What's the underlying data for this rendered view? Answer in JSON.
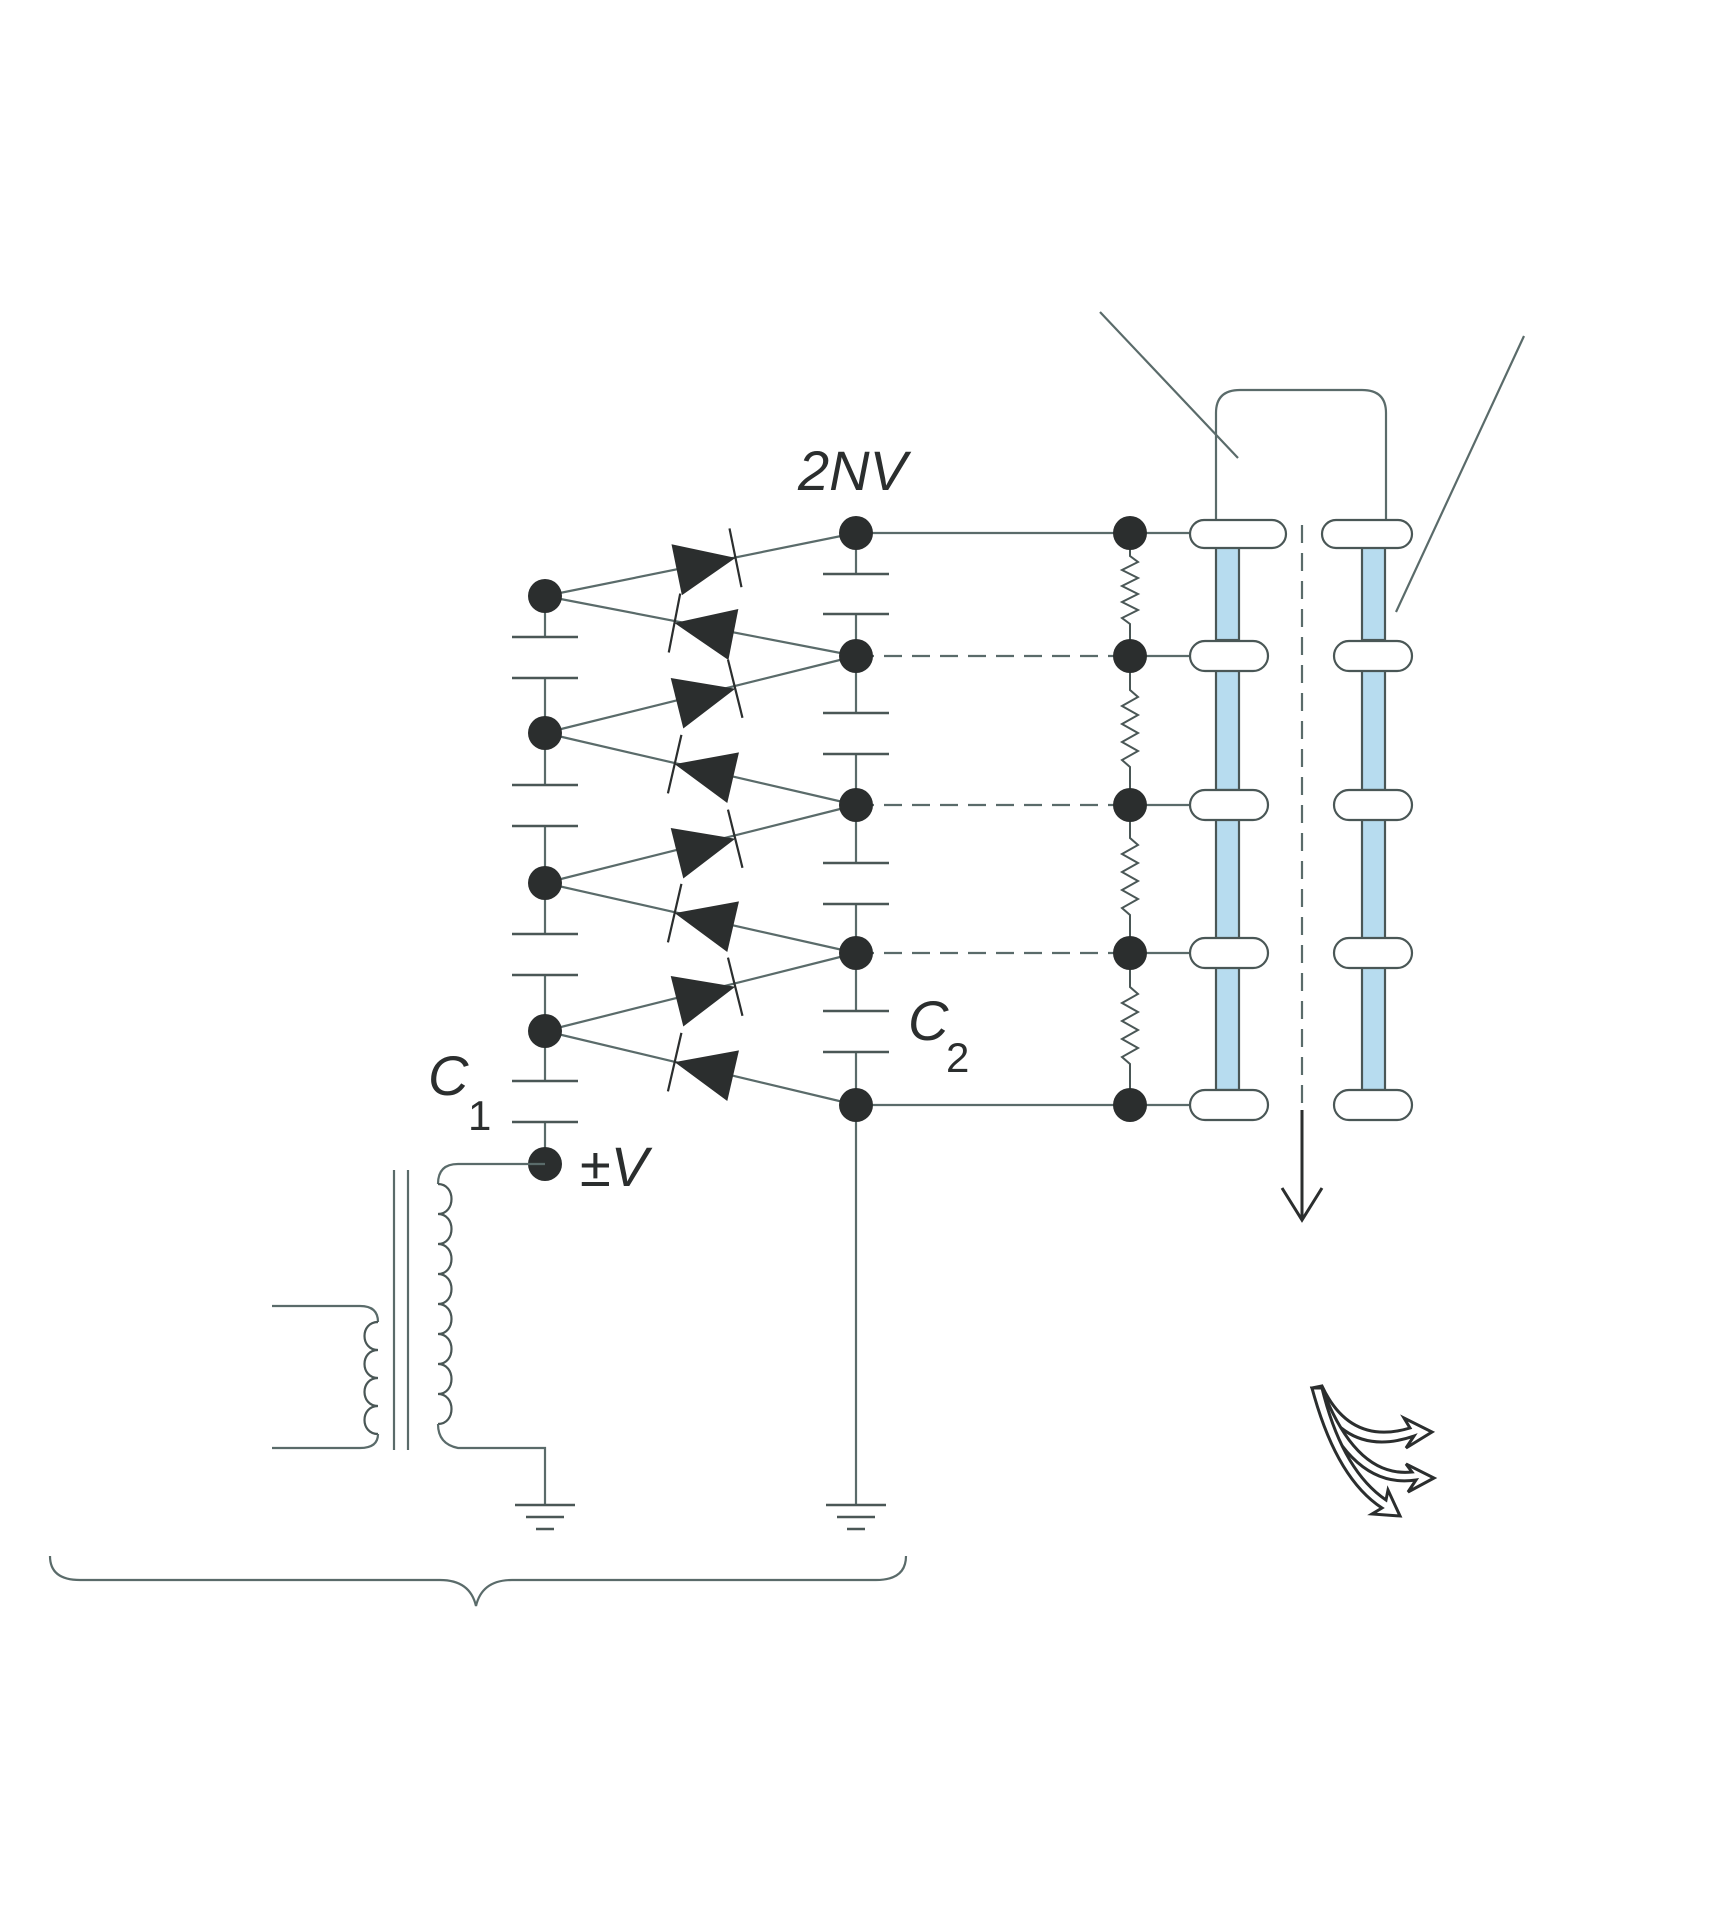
{
  "labels": {
    "top_voltage": "2NV",
    "input_voltage": "±V",
    "cap1_letter": "C",
    "cap1_sub": "1",
    "cap2_letter": "C",
    "cap2_sub": "2"
  },
  "colors": {
    "wire": "#5a6b6a",
    "component": "#2b2e2e",
    "tube_fill": "#b7dcef"
  }
}
